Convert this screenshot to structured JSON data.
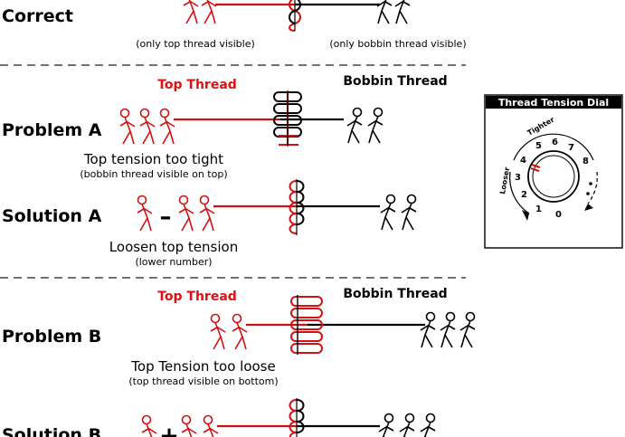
{
  "correct": {
    "label": "Correct",
    "caption_left": "(only top thread visible)",
    "caption_right": "(only bobbin thread visible)"
  },
  "problem_a": {
    "label": "Problem A",
    "top_thread": "Top Thread",
    "bobbin_thread": "Bobbin Thread",
    "caption": "Top tension too tight",
    "subcaption": "(bobbin thread visible on top)"
  },
  "solution_a": {
    "label": "Solution A",
    "sign": "–",
    "caption": "Loosen top tension",
    "subcaption": "(lower number)"
  },
  "problem_b": {
    "label": "Problem B",
    "top_thread": "Top Thread",
    "bobbin_thread": "Bobbin Thread",
    "caption": "Top Tension too loose",
    "subcaption": "(top thread visible on bottom)"
  },
  "solution_b": {
    "label": "Solution B",
    "sign": "+"
  },
  "dial": {
    "title": "Thread Tension Dial",
    "tighter": "Tighter",
    "looser": "Looser",
    "numbers": [
      "0",
      "1",
      "2",
      "3",
      "4",
      "5",
      "6",
      "7",
      "8"
    ]
  },
  "colors": {
    "top_thread": "#d11111",
    "bobbin_thread": "#000000"
  }
}
